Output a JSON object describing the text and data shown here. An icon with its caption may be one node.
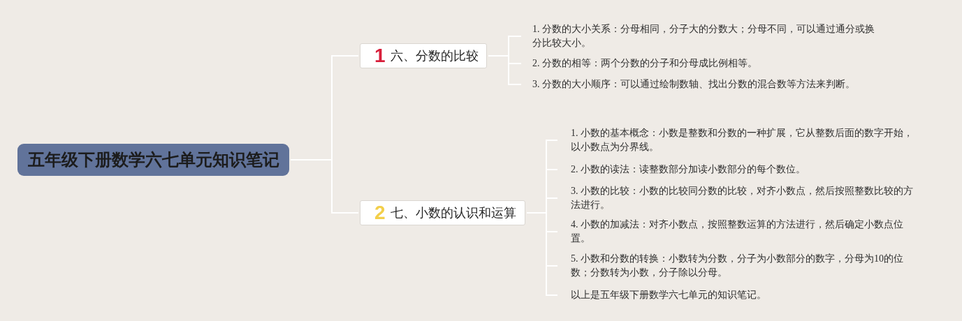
{
  "diagram": {
    "nodes": [
      {
        "text": [
          "五年级下册数学六七单元知识笔记"
        ]
      },
      {
        "text": [
          "1",
          "六、分数的比较"
        ]
      },
      {
        "text": [
          "2",
          "七、小数的认识和运算"
        ]
      },
      {
        "text": [
          "1. 分数的大小关系：分母相同，分子大的分数大；分母不同，可以通过通分或换分比较大小。"
        ]
      },
      {
        "text": [
          "2. 分数的相等：两个分数的分子和分母成比例相等。"
        ]
      },
      {
        "text": [
          "3. 分数的大小顺序：可以通过绘制数轴、找出分数的混合数等方法来判断。"
        ]
      },
      {
        "text": [
          "1. 小数的基本概念：小数是整数和分数的一种扩展，它从整数后面的数字开始，以小数点为分界线。"
        ]
      },
      {
        "text": [
          "2. 小数的读法：读整数部分加读小数部分的每个数位。"
        ]
      },
      {
        "text": [
          "3. 小数的比较：小数的比较同分数的比较，对齐小数点，然后按照整数比较的方法进行。"
        ]
      },
      {
        "text": [
          "4. 小数的加减法：对齐小数点，按照整数运算的方法进行，然后确定小数点位置。"
        ]
      },
      {
        "text": [
          "5. 小数和分数的转换：小数转为分数，分子为小数部分的数字，分母为10的位数；分数转为小数，分子除以分母。"
        ]
      },
      {
        "text": [
          "以上是五年级下册数学六七单元的知识笔记。"
        ]
      }
    ],
    "edges": [
      {
        "from": 0,
        "to": 1,
        "arrow": "none"
      },
      {
        "from": 0,
        "to": 2,
        "arrow": "none"
      },
      {
        "from": 1,
        "to": 3,
        "arrow": "none"
      },
      {
        "from": 1,
        "to": 4,
        "arrow": "none"
      },
      {
        "from": 1,
        "to": 5,
        "arrow": "none"
      },
      {
        "from": 2,
        "to": 6,
        "arrow": "none"
      },
      {
        "from": 2,
        "to": 7,
        "arrow": "none"
      },
      {
        "from": 2,
        "to": 8,
        "arrow": "none"
      },
      {
        "from": 2,
        "to": 9,
        "arrow": "none"
      },
      {
        "from": 2,
        "to": 10,
        "arrow": "none"
      },
      {
        "from": 2,
        "to": 11,
        "arrow": "none"
      }
    ]
  }
}
